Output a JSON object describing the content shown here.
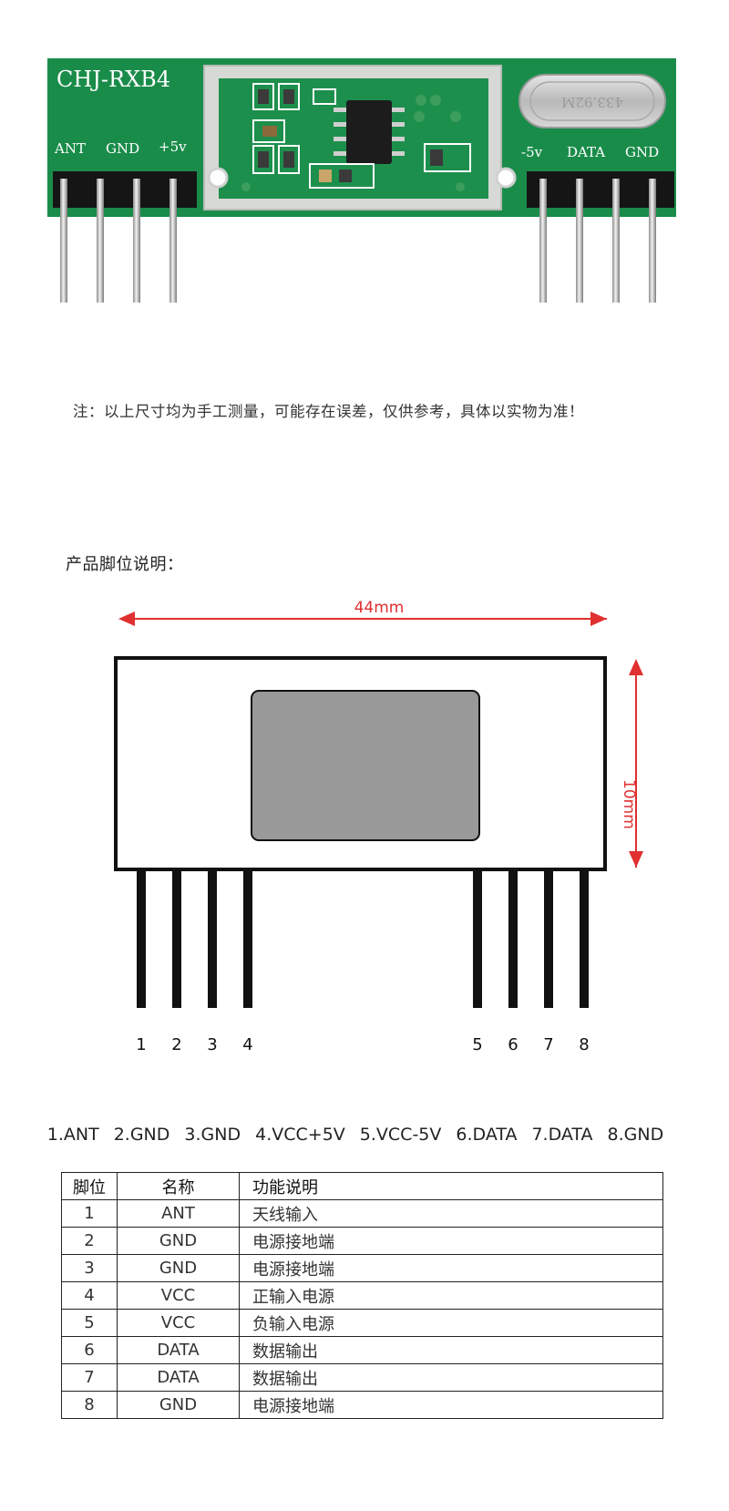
{
  "board": {
    "model_label": "CHJ-RXB4",
    "left_pin_labels": [
      "ANT",
      "GND",
      "+5v"
    ],
    "right_pin_labels": [
      "-5v",
      "DATA",
      "GND"
    ],
    "crystal_label": "433.92M",
    "pcb_color": "#1a8c4a"
  },
  "note": "注：以上尺寸均为手工测量，可能存在误差，仅供参考，具体以实物为准！",
  "diagram": {
    "section_title": "产品脚位说明：",
    "width_label": "44mm",
    "height_label": "10mm",
    "pin_numbers": [
      "1",
      "2",
      "3",
      "4",
      "5",
      "6",
      "7",
      "8"
    ],
    "dimension_color": "#e03030"
  },
  "pin_summary": [
    "1.ANT",
    "2.GND",
    "3.GND",
    "4.VCC+5V",
    "5.VCC-5V",
    "6.DATA",
    "7.DATA",
    "8.GND"
  ],
  "table": {
    "headers": [
      "脚位",
      "名称",
      "功能说明"
    ],
    "rows": [
      {
        "pin": "1",
        "name": "ANT",
        "function": "天线输入"
      },
      {
        "pin": "2",
        "name": "GND",
        "function": "电源接地端"
      },
      {
        "pin": "3",
        "name": "GND",
        "function": "电源接地端"
      },
      {
        "pin": "4",
        "name": "VCC",
        "function": "正输入电源"
      },
      {
        "pin": "5",
        "name": "VCC",
        "function": "负输入电源"
      },
      {
        "pin": "6",
        "name": "DATA",
        "function": "数据输出"
      },
      {
        "pin": "7",
        "name": "DATA",
        "function": "数据输出"
      },
      {
        "pin": "8",
        "name": "GND",
        "function": "电源接地端"
      }
    ]
  }
}
